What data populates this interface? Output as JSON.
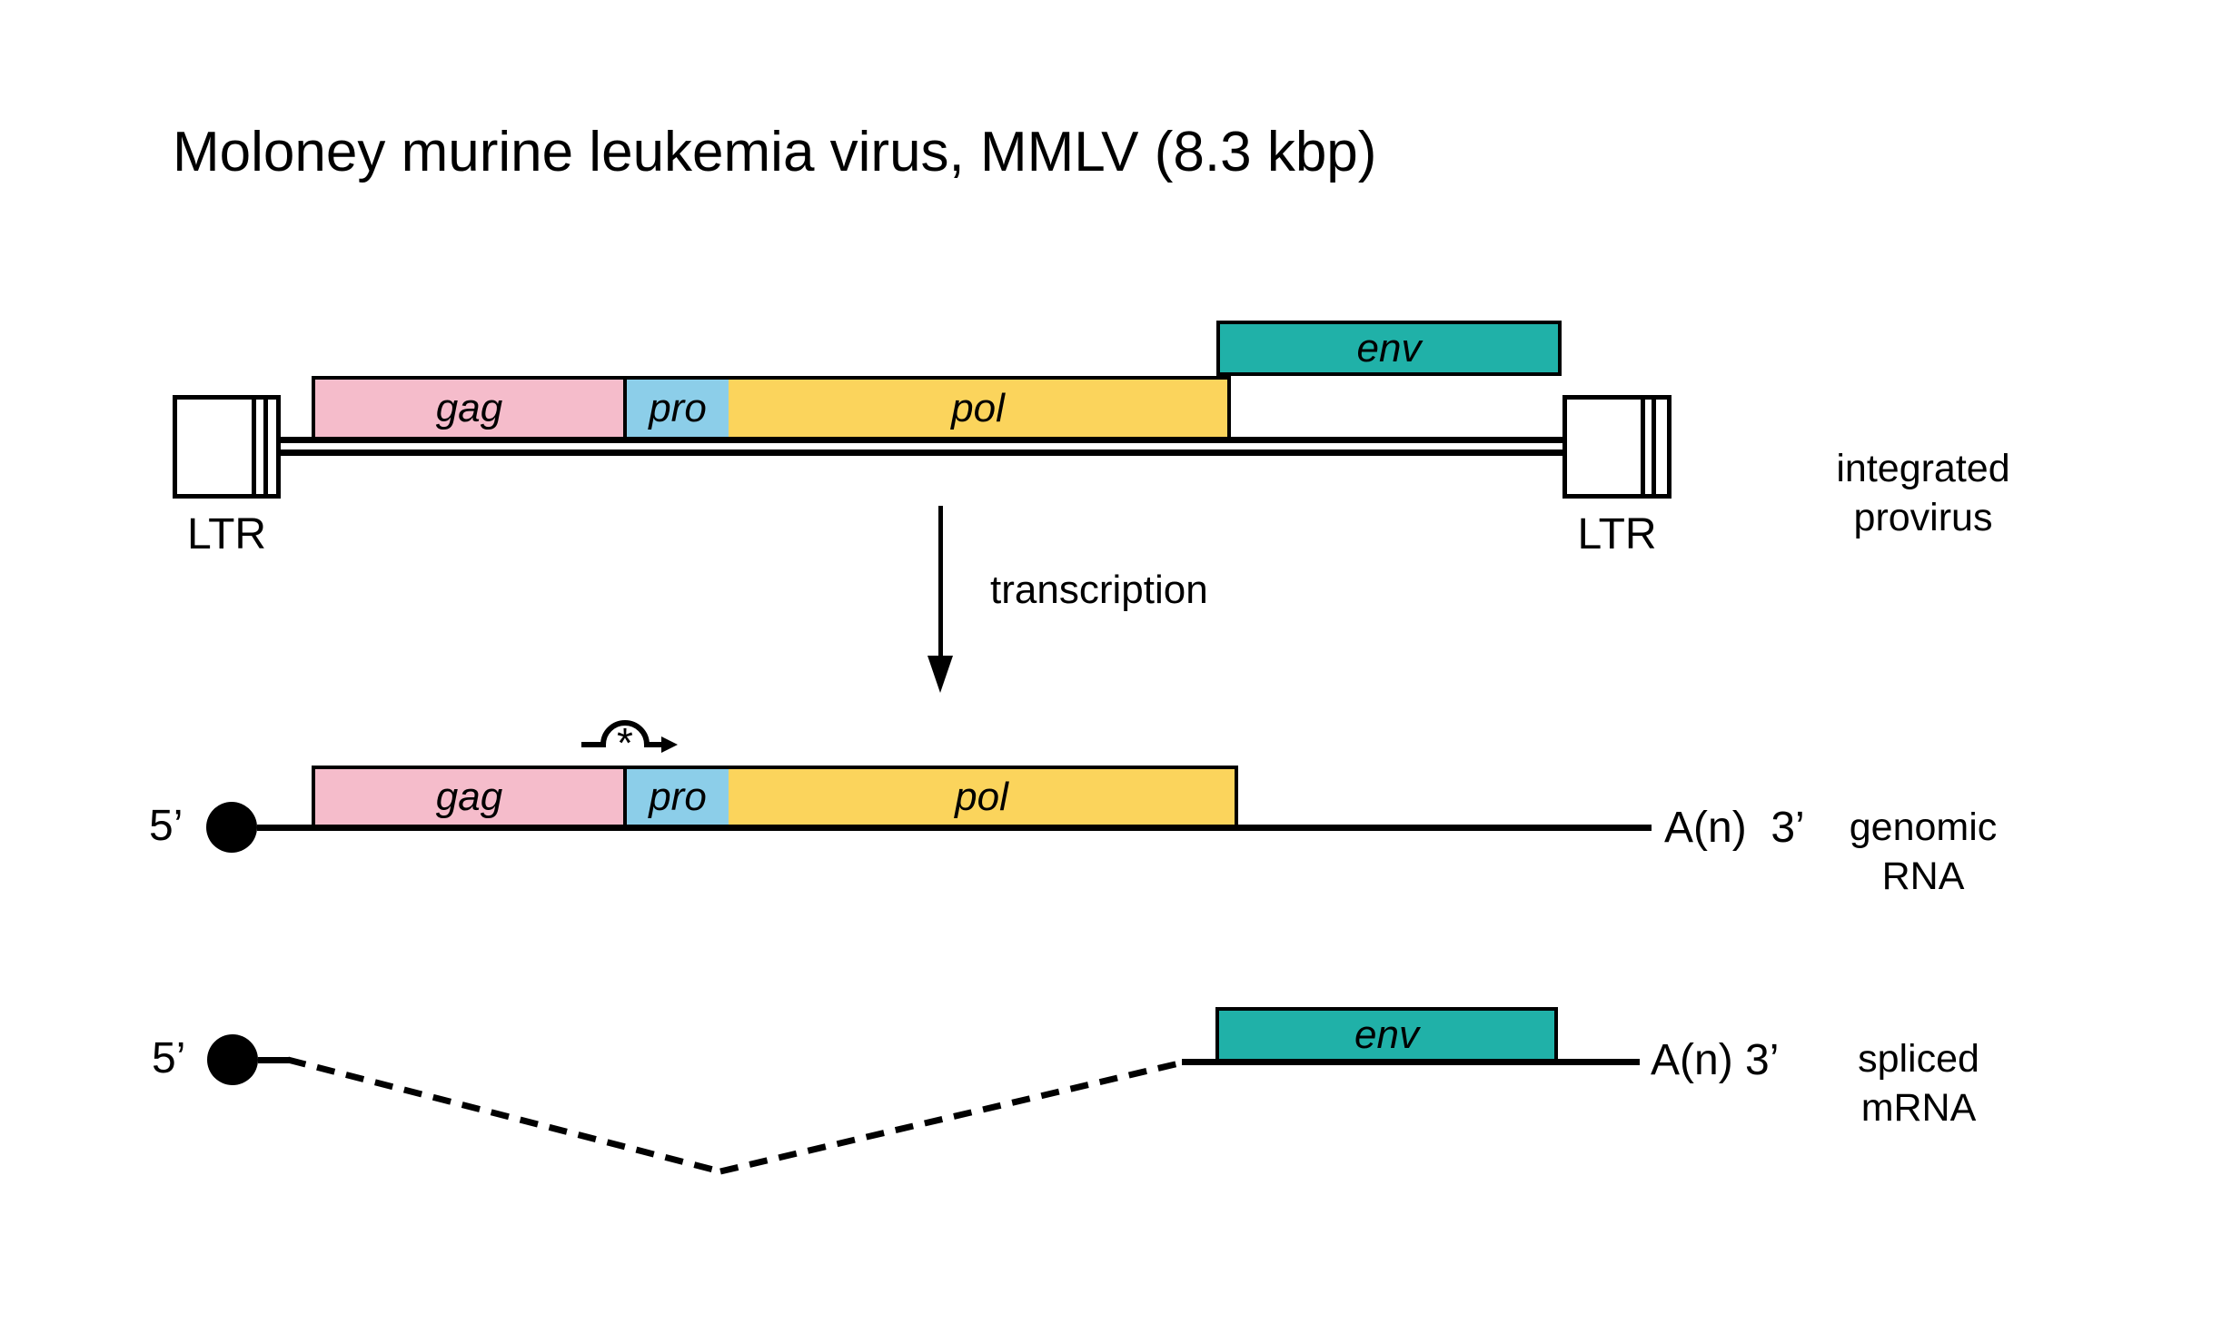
{
  "title": "Moloney murine leukemia virus, MMLV (8.3 kbp)",
  "colors": {
    "gag_pink": "#F5BCCB",
    "pro_blue": "#8CCEE9",
    "pol_yellow": "#FBD45C",
    "env_teal": "#20B1A8",
    "outline_black": "#000000"
  },
  "provirus": {
    "ltr_left_label": "LTR",
    "ltr_right_label": "LTR",
    "gag_label": "gag",
    "pro_label": "pro",
    "pol_label": "pol",
    "env_label": "env",
    "row_label": {
      "line1": "integrated",
      "line2": "provirus"
    }
  },
  "transcription": {
    "label": "transcription"
  },
  "genomic_rna": {
    "five_prime_label": "5’",
    "gag_label": "gag",
    "pro_label": "pro",
    "pol_label": "pol",
    "readthrough_asterisk": "*",
    "polya_label": "A(n)  3’",
    "row_label": {
      "line1": "genomic",
      "line2": "RNA"
    }
  },
  "spliced_mrna": {
    "five_prime_label": "5’",
    "env_label": "env",
    "polya_label": "A(n) 3’",
    "row_label": {
      "line1": "spliced",
      "line2": "mRNA"
    }
  }
}
